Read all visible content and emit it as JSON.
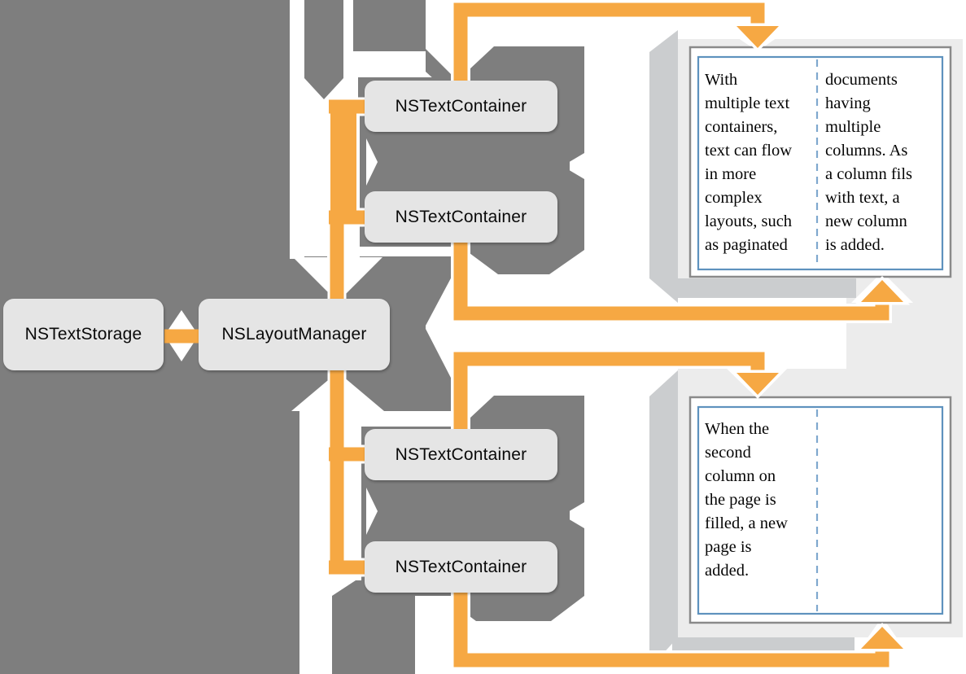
{
  "diagram": {
    "nodes": [
      {
        "id": "text-storage",
        "label": "NSTextStorage"
      },
      {
        "id": "layout-manager",
        "label": "NSLayoutManager"
      },
      {
        "id": "text-container-1",
        "label": "NSTextContainer"
      },
      {
        "id": "text-container-2",
        "label": "NSTextContainer"
      },
      {
        "id": "text-container-3",
        "label": "NSTextContainer"
      },
      {
        "id": "text-container-4",
        "label": "NSTextContainer"
      }
    ],
    "pages": [
      {
        "name": "page-1",
        "columns": [
          {
            "lines": [
              "With",
              "multiple text",
              "containers,",
              "text can flow",
              "in more",
              "complex",
              "layouts, such",
              "as paginated"
            ]
          },
          {
            "lines": [
              "documents",
              "having",
              "multiple",
              "columns. As",
              "a column fils",
              "with text, a",
              "new column",
              "is added."
            ]
          }
        ]
      },
      {
        "name": "page-2",
        "columns": [
          {
            "lines": [
              "When the",
              "second",
              "column on",
              "the page is",
              "filled, a new",
              "page is",
              "added."
            ]
          },
          {
            "lines": []
          }
        ]
      }
    ],
    "colors": {
      "orange": "#F6A843",
      "dark_gray": "#7E7E7E",
      "node_fill": "#E5E5E5",
      "plate": "#ECECEC",
      "plate_shadow": "#CBCDCF",
      "page_border": "#8A8A8A",
      "column_border": "#5E92BE",
      "column_divider": "#7FA8CE",
      "text": "#050505"
    }
  }
}
